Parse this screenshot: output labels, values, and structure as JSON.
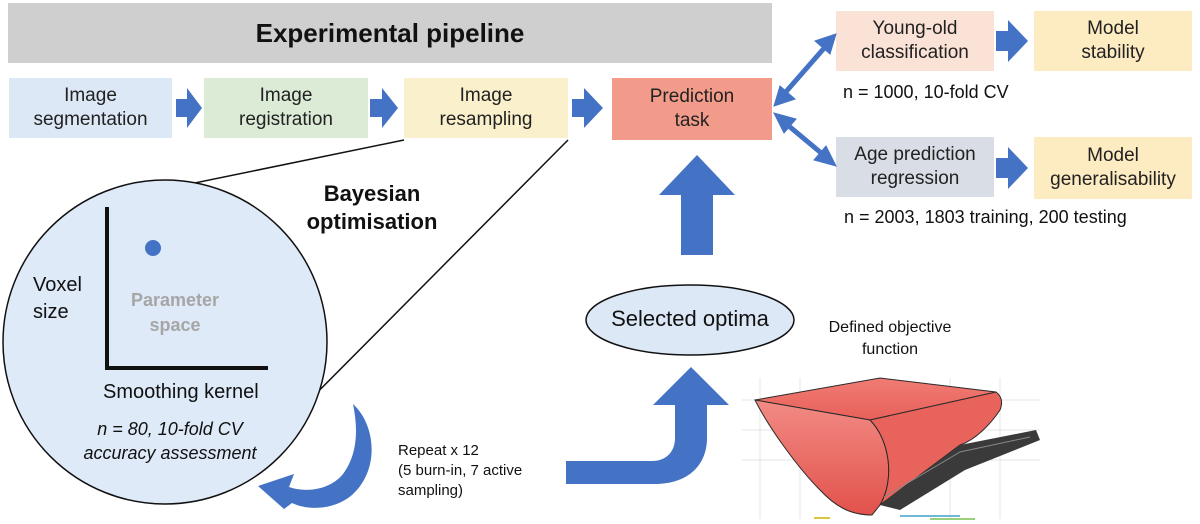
{
  "title": "Experimental pipeline",
  "steps": {
    "segmentation": "Image\nsegmentation",
    "registration": "Image\nregistration",
    "resampling": "Image\nresampling",
    "prediction": "Prediction\ntask"
  },
  "tasks": {
    "classification": "Young-old\nclassification",
    "stability": "Model\nstability",
    "classification_n": "n = 1000, 10-fold CV",
    "regression": "Age prediction\nregression",
    "generalisability": "Model\ngeneralisability",
    "regression_n": "n = 2003, 1803 training, 200 testing"
  },
  "bayesian": {
    "heading": "Bayesian\noptimisation",
    "y_axis": "Voxel\nsize",
    "x_axis": "Smoothing kernel",
    "space": "Parameter\nspace",
    "assessment": "n = 80, 10-fold CV\naccuracy assessment"
  },
  "repeat": "Repeat x 12\n(5 burn-in, 7 active\nsampling)",
  "optima": "Selected optima",
  "objective": "Defined objective\nfunction",
  "colors": {
    "arrow": "#4472c4",
    "segmentation": "#dce8f6",
    "registration": "#dbebd6",
    "resampling": "#fbf0cc",
    "prediction": "#f29b8a",
    "classification": "#fbe2d6",
    "regression": "#d9dee6",
    "outcome": "#fdebc2",
    "circle": "#deeaf8"
  }
}
